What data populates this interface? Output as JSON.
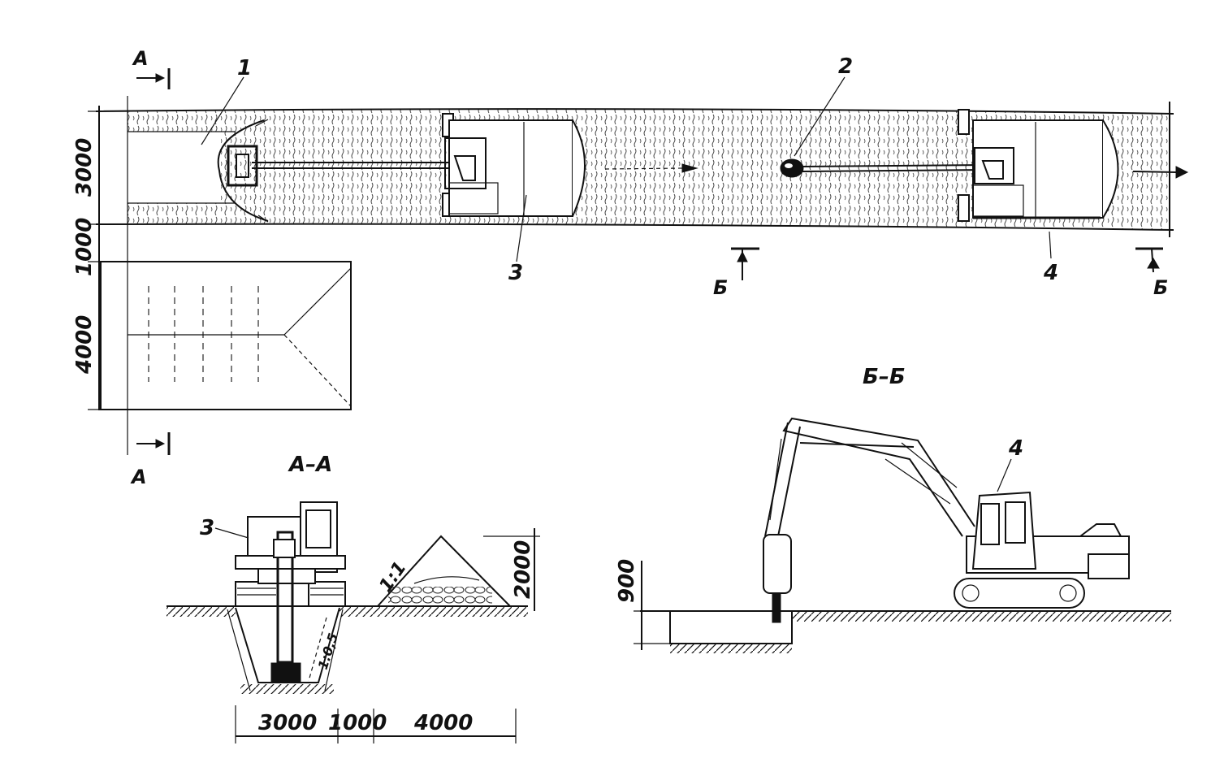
{
  "plan": {
    "section_a_marker": "А",
    "section_b_marker": "Б",
    "dim_width": "3000",
    "dim_gap": "1000",
    "dim_spoil": "4000",
    "label_1": "1",
    "label_2": "2",
    "label_3": "3",
    "label_4": "4"
  },
  "section_aa": {
    "title": "А–А",
    "machine_label": "3",
    "slope_label": "1:1",
    "slope_label_2": "1:0,5",
    "dim_height": "2000",
    "dim_trench": "3000",
    "dim_gap": "1000",
    "dim_spoil": "4000"
  },
  "section_bb": {
    "title": "Б–Б",
    "machine_label": "4",
    "dim_depth": "900"
  }
}
